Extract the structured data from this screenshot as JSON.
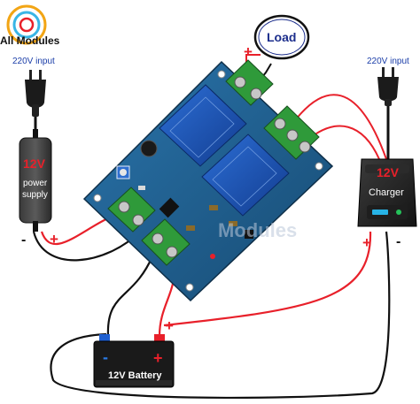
{
  "brand": {
    "name": "All Modules",
    "watermark": "Modules"
  },
  "labels": {
    "load": "Load",
    "input_left": "220V input",
    "input_right": "220V input",
    "ps_voltage": "12V",
    "ps_line1": "power",
    "ps_line2": "supply",
    "charger_voltage": "12V",
    "charger_name": "Charger",
    "battery": "12V Battery",
    "plus": "+",
    "minus": "-"
  },
  "colors": {
    "positive_wire": "#e8202a",
    "negative_wire": "#111111",
    "pcb": "#1f5d8c",
    "relay": "#1a4fa8",
    "terminal": "#2f9a3a",
    "accent_red": "#d9141b",
    "load_ring": "#1c2e8c"
  }
}
